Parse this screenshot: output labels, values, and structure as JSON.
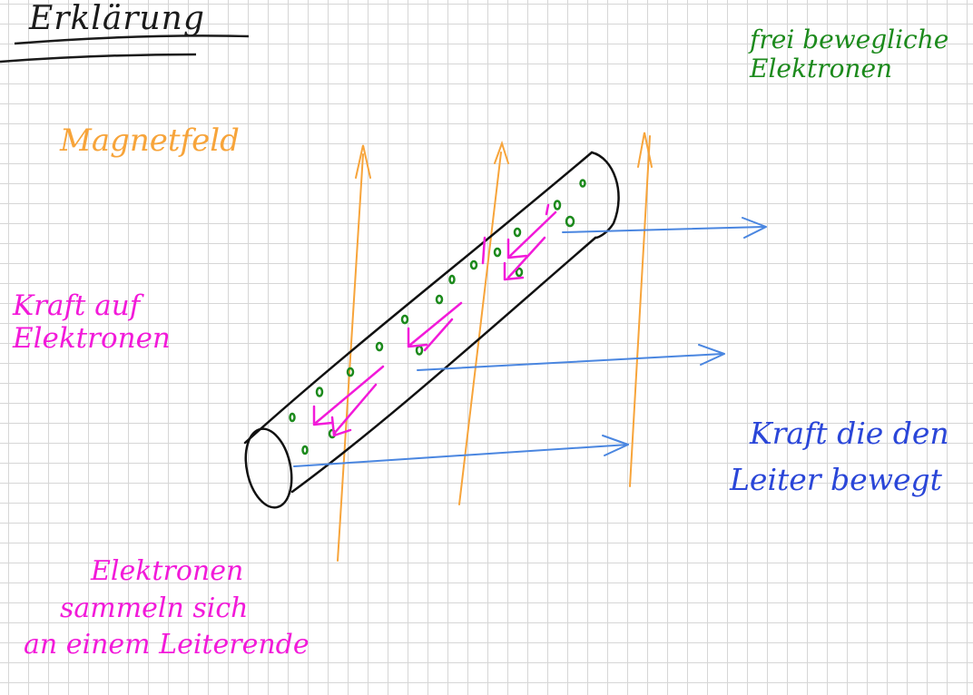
{
  "title": "Erklärung",
  "labels": {
    "magnetic_field": "Magnetfeld",
    "free_electrons": [
      "frei bewegliche",
      "Elektronen"
    ],
    "force_on_electrons": [
      "Kraft auf",
      "Elektronen"
    ],
    "force_moving_conductor": [
      "Kraft die den",
      "Leiter bewegt"
    ],
    "electrons_collect": [
      "Elektronen",
      "sammeln sich",
      "an einem Leiterende"
    ]
  },
  "colors": {
    "title": "#1a1a1a",
    "magnetic_field": "#f7a43a",
    "electrons": "#1c8a1c",
    "electron_force": "#f21ad9",
    "conductor_force": "#2a46d8",
    "conductor": "#111111",
    "grid": "#d6d6d6"
  }
}
